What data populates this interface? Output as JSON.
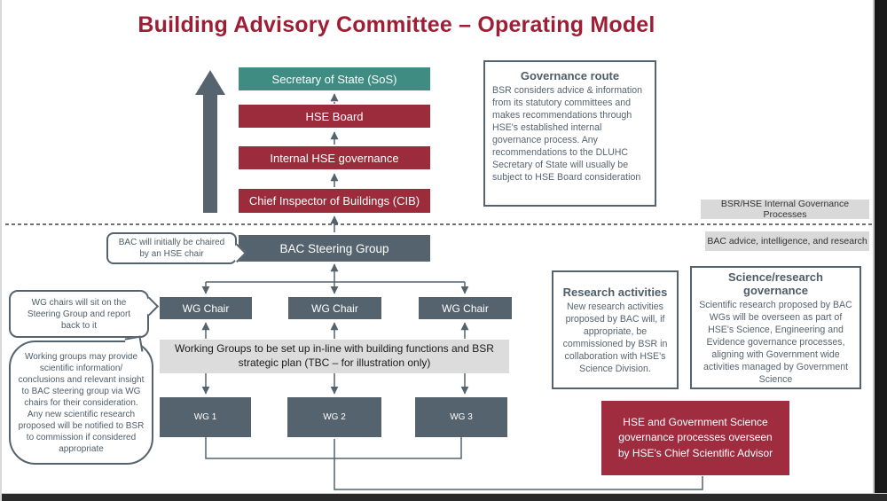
{
  "title": "Building Advisory Committee – Operating Model",
  "stack": {
    "sos": "Secretary of State (SoS)",
    "hse_board": "HSE Board",
    "internal": "Internal HSE governance",
    "cib": "Chief Inspector of Buildings (CIB)",
    "bac_sg": "BAC Steering Group"
  },
  "governance_route": {
    "title": "Governance route",
    "body": "BSR considers advice & information from its statutory committees and makes recommendations through HSE's established internal governance process.  Any recommendations to the DLUHC Secretary of State will usually be subject to HSE Board consideration"
  },
  "lane_labels": {
    "top": "BSR/HSE Internal Governance Processes",
    "bottom": "BAC advice, intelligence, and research"
  },
  "callouts": {
    "chair": "BAC will initially be chaired by an HSE chair",
    "wg_chairs": "WG chairs will sit on the Steering Group and report back to it",
    "working_groups": "Working groups may provide scientific information/ conclusions and relevant insight to BAC steering group via WG chairs for their consideration. Any new scientific research proposed will be notified to BSR to commission if considered appropriate"
  },
  "wg_chairs": [
    "WG Chair",
    "WG Chair",
    "WG Chair"
  ],
  "wg_band": "Working Groups to be set up in-line with building functions and BSR strategic plan (TBC – for illustration only)",
  "working_groups": [
    "WG 1",
    "WG 2",
    "WG 3"
  ],
  "research_activities": {
    "title": "Research activities",
    "body": "New research activities proposed by BAC will, if appropriate, be commissioned by BSR in collaboration with HSE's Science Division."
  },
  "science_governance": {
    "title": "Science/research governance",
    "body": "Scientific research proposed by BAC WGs will be overseen as part of HSE's Science, Engineering and Evidence governance processes, aligning with Government wide activities managed by Government Science"
  },
  "cso_box": "HSE and Government Science governance processes overseen by HSE's Chief Scientific Advisor",
  "colors": {
    "title_red": "#9e1f35",
    "box_red": "#9c2b3c",
    "box_teal": "#3f8d82",
    "box_slate": "#54636e",
    "band_gray": "#dcdcdc",
    "label_gray": "#d9d9d9"
  }
}
